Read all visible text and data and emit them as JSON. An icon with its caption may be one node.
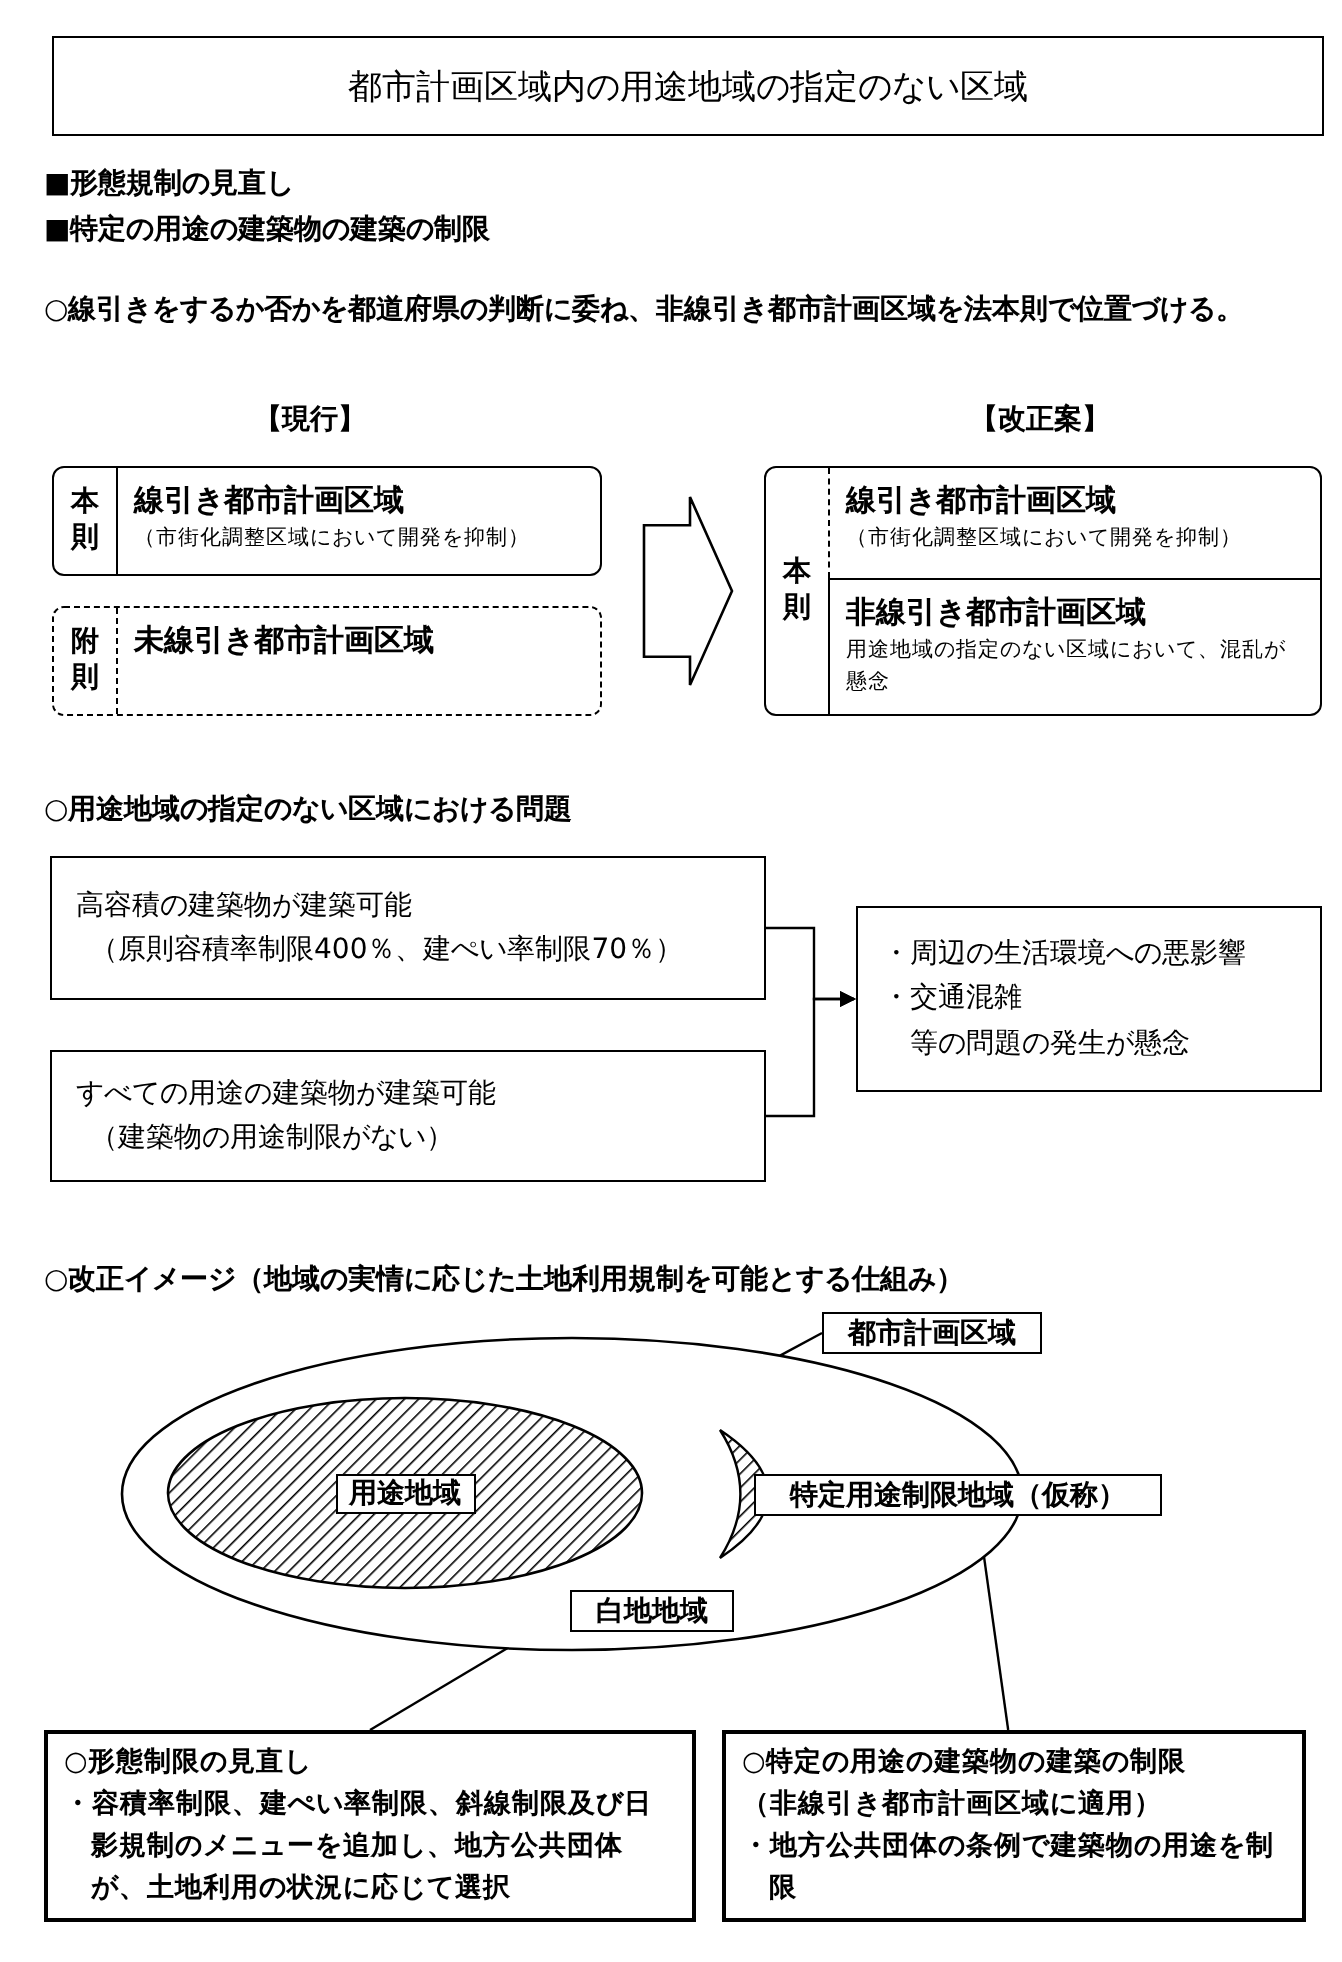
{
  "diagram": {
    "title": "都市計画区域内の用途地域の指定のない区域",
    "nodes": [
      {
        "text": [
          "本則",
          "線引き都市計画区域",
          "（市街化調整区域において開発を抑制）"
        ]
      },
      {
        "text": [
          "附則",
          "未線引き都市計画区域"
        ]
      },
      {
        "text": [
          "本則"
        ]
      },
      {
        "text": [
          "線引き都市計画区域",
          "（市街化調整区域において開発を抑制）"
        ],
        "in": 2
      },
      {
        "text": [
          "非線引き都市計画区域",
          "用途地域の指定のない区域において、混乱が懸念"
        ],
        "in": 2
      },
      {
        "text": [
          "高容積の建築物が建築可能",
          "（原則容積率制限400％、建ぺい率制限70％）"
        ]
      },
      {
        "text": [
          "すべての用途の建築物が建築可能",
          "（建築物の用途制限がない）"
        ]
      },
      {
        "text": [
          "・周辺の生活環境への悪影響",
          "・交通混雑",
          "等の問題の発生が懸念"
        ]
      },
      {
        "text": [
          "都市計画区域"
        ]
      },
      {
        "text": [],
        "shape": "ellipse"
      },
      {
        "text": [
          "用途地域"
        ],
        "in": 9
      },
      {
        "text": [],
        "shape": "crescent",
        "in": 9
      },
      {
        "text": [
          "特定用途制限地域（仮称）"
        ]
      },
      {
        "text": [
          "白地地域"
        ],
        "in": 9
      },
      {
        "text": [
          "○形態制限の見直し",
          "・容積率制限、建ぺい率制限、斜線制限及び日影規制のメニューを追加し、地方公共団体が、土地利用の状況に応じて選択"
        ]
      },
      {
        "text": [
          "○特定の用途の建築物の建築の制限",
          "（非線引き都市計画区域に適用）",
          "・地方公共団体の条例で建築物の用途を制限"
        ]
      }
    ],
    "edges": [
      {
        "from": 0,
        "to": 2,
        "arrow": "to",
        "style": "thick"
      },
      {
        "from": 1,
        "to": 2,
        "arrow": "to",
        "style": "thick"
      },
      {
        "from": 5,
        "to": 7,
        "arrow": "to"
      },
      {
        "from": 6,
        "to": 7,
        "arrow": "to"
      },
      {
        "from": 8,
        "to": 9,
        "arrow": "none"
      },
      {
        "from": 14,
        "to": 13,
        "arrow": "to"
      },
      {
        "from": 15,
        "to": 12,
        "arrow": "to"
      }
    ],
    "labels": [
      "■形態規制の見直し",
      "■特定の用途の建築物の建築の制限",
      "○線引きをするか否かを都道府県の判断に委ね、非線引き都市計画区域を法本則で位置づける。",
      "【現行】",
      "【改正案】",
      "○用途地域の指定のない区域における問題",
      "○改正イメージ（地域の実情に応じた土地利用規制を可能とする仕組み）"
    ]
  }
}
